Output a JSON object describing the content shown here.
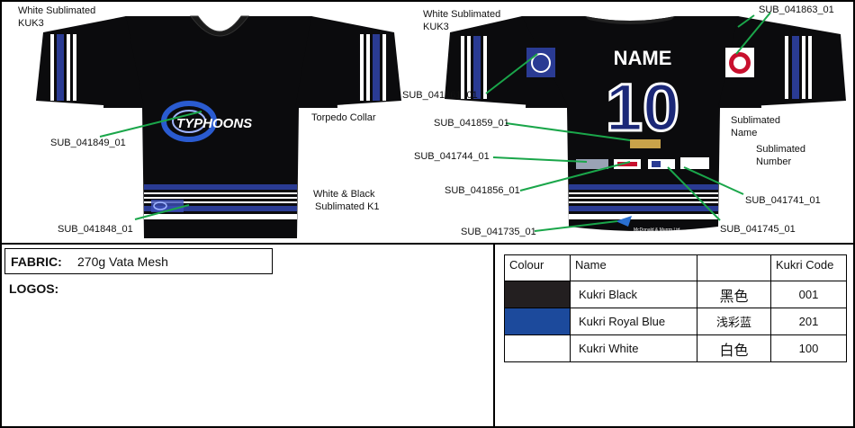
{
  "callouts": {
    "front_label_top": [
      "White Sublimated",
      "KUK3"
    ],
    "front_torpedo": "Torpedo Collar",
    "front_logo_chest": "SUB_041849_01",
    "front_bottom_text": [
      "White & Black",
      "Sublimated K1"
    ],
    "front_logo_hem": "SUB_041848_01",
    "back_label_top": [
      "White Sublimated",
      "KUK3"
    ],
    "back_logo_shoulder_right": "SUB_041863_01",
    "back_logo_shoulder_left": "SUB_041861_01",
    "back_sublimated_name": [
      "Sublimated",
      "Name"
    ],
    "back_sublimated_number": [
      "Sublimated",
      "Number"
    ],
    "back_sponsor_1": "SUB_041859_01",
    "back_sponsor_2": "SUB_041744_01",
    "back_sponsor_3": "SUB_041856_01",
    "back_sponsor_4": "SUB_041741_01",
    "back_sponsor_5": "SUB_041745_01",
    "back_sponsor_6": "SUB_041735_01"
  },
  "jersey": {
    "front_crest_text": "TYPHOONS",
    "back_name": "NAME",
    "back_number": "10",
    "hem_sponsor_text": "McDonald & Murrm Ltd"
  },
  "fabric": {
    "label": "FABRIC:",
    "value": "270g Vata Mesh"
  },
  "logos": {
    "label": "LOGOS:"
  },
  "colour_table": {
    "headers": [
      "Colour",
      "Name",
      "",
      "Kukri Code"
    ],
    "rows": [
      {
        "swatch": "#231f20",
        "name": "Kukri Black",
        "cn": "黑色",
        "code": "001"
      },
      {
        "swatch": "#1c4a9c",
        "name": "Kukri Royal Blue",
        "cn": "浅彩蓝",
        "code": "201"
      },
      {
        "swatch": "#ffffff",
        "name": "Kukri White",
        "cn": "白色",
        "code": "100"
      }
    ]
  },
  "colors": {
    "black": "#0b0b0d",
    "blue": "#2a3b93",
    "white": "#ffffff",
    "leader": "#1aa64a"
  }
}
